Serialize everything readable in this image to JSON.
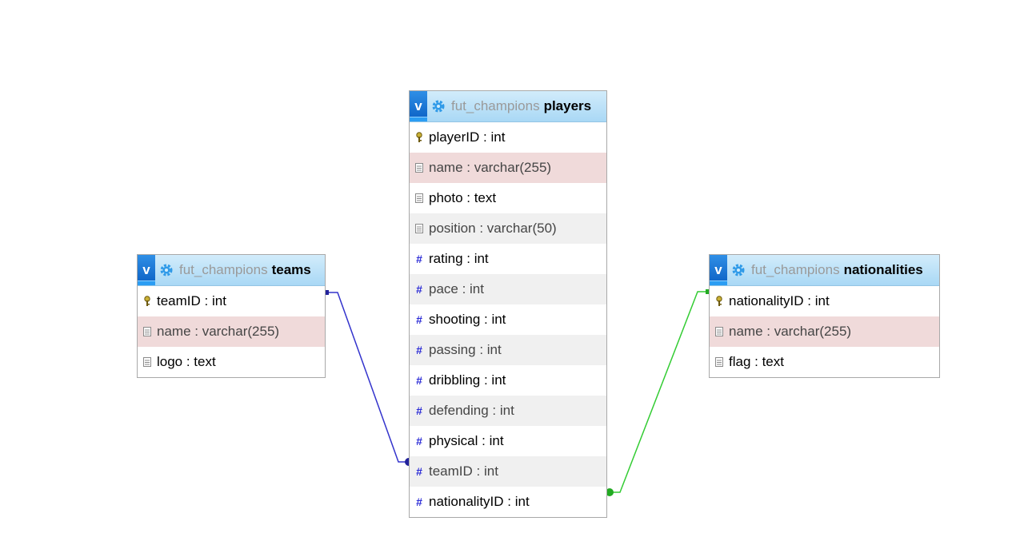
{
  "tables": {
    "players": {
      "schema": "fut_champions",
      "name": "players",
      "columns": [
        {
          "label": "playerID : int",
          "icon": "primary-key-icon"
        },
        {
          "label": "name : varchar(255)",
          "icon": "text-field-icon"
        },
        {
          "label": "photo : text",
          "icon": "text-field-icon"
        },
        {
          "label": "position : varchar(50)",
          "icon": "text-field-icon"
        },
        {
          "label": "rating : int",
          "icon": "number-hash-icon"
        },
        {
          "label": "pace : int",
          "icon": "number-hash-icon"
        },
        {
          "label": "shooting : int",
          "icon": "number-hash-icon"
        },
        {
          "label": "passing : int",
          "icon": "number-hash-icon"
        },
        {
          "label": "dribbling : int",
          "icon": "number-hash-icon"
        },
        {
          "label": "defending : int",
          "icon": "number-hash-icon"
        },
        {
          "label": "physical : int",
          "icon": "number-hash-icon"
        },
        {
          "label": "teamID : int",
          "icon": "number-hash-icon"
        },
        {
          "label": "nationalityID : int",
          "icon": "number-hash-icon"
        }
      ]
    },
    "teams": {
      "schema": "fut_champions",
      "name": "teams",
      "columns": [
        {
          "label": "teamID : int",
          "icon": "primary-key-icon"
        },
        {
          "label": "name : varchar(255)",
          "icon": "text-field-icon"
        },
        {
          "label": "logo : text",
          "icon": "text-field-icon"
        }
      ]
    },
    "nationalities": {
      "schema": "fut_champions",
      "name": "nationalities",
      "columns": [
        {
          "label": "nationalityID : int",
          "icon": "primary-key-icon"
        },
        {
          "label": "name : varchar(255)",
          "icon": "text-field-icon"
        },
        {
          "label": "flag : text",
          "icon": "text-field-icon"
        }
      ]
    }
  },
  "toggle_label": "v",
  "relations": [
    {
      "from": "teams.teamID",
      "to": "players.teamID",
      "color": "#3333cc"
    },
    {
      "from": "nationalities.nationalityID",
      "to": "players.nationalityID",
      "color": "#33cc33"
    }
  ]
}
